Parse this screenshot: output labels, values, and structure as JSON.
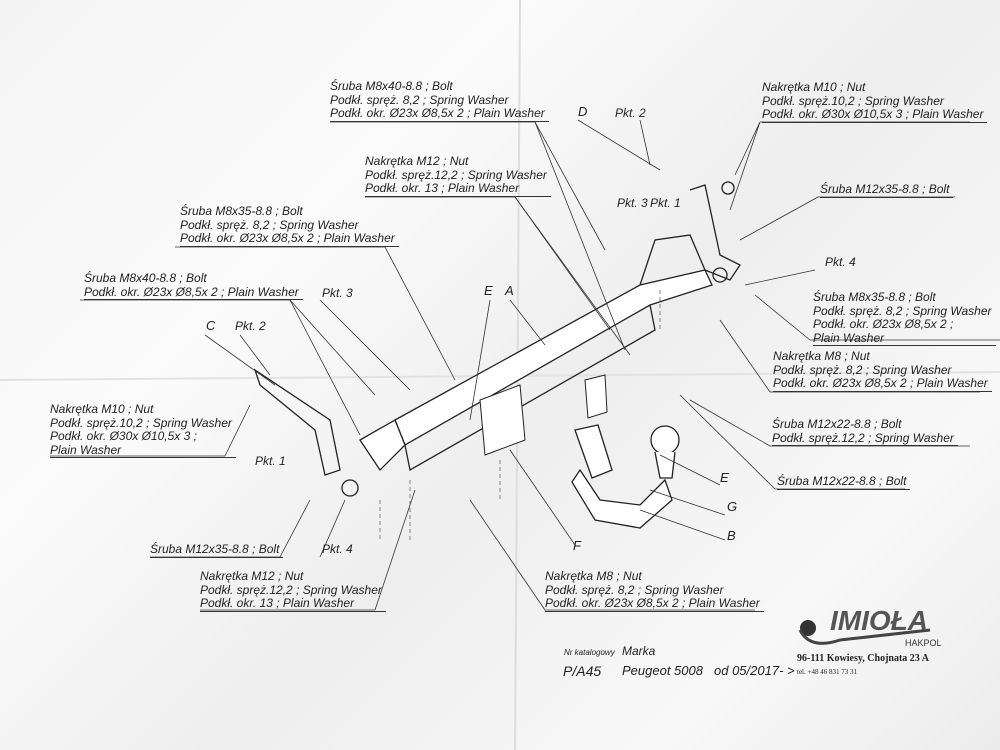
{
  "labels": {
    "top_bolt": [
      "Śruba M8x40-8.8 ; Bolt",
      "Podkł. spręż. 8,2 ; Spring Washer",
      "Podkł. okr. Ø23x Ø8,5x 2 ; Plain Washer"
    ],
    "right_nut_m10": [
      "Nakrętka  M10 ; Nut",
      "Podkł. spręż.10,2 ; Spring Washer",
      "Podkł. okr.  Ø30x Ø10,5x 3 ; Plain Washer"
    ],
    "right_bolt_m12x35": [
      "Śruba M12x35-8.8 ;  Bolt"
    ],
    "center_nut_m12": [
      "Nakrętka M12 ; Nut",
      "Podkł. spręż.12,2 ; Spring Washer",
      "Podkł. okr. 13 ; Plain Washer"
    ],
    "left_bolt_m8x35": [
      "Śruba M8x35-8.8 ;  Bolt",
      "Podkł. spręż. 8,2 ; Spring Washer",
      "Podkł. okr. Ø23x Ø8,5x 2 ; Plain Washer"
    ],
    "left_bolt_m8x40": [
      "Śruba M8x40-8.8 ;  Bolt",
      "Podkł. okr.  Ø23x Ø8,5x 2 ; Plain Washer"
    ],
    "right_bolt_m8x35": [
      "Śruba M8x35-8.8 ;  Bolt",
      "Podkł. spręż. 8,2 ; Spring Washer",
      "Podkł. okr.  Ø23x Ø8,5x 2 ;",
      "Plain Washer"
    ],
    "right_nut_m8": [
      "Nakrętka  M8 ; Nut",
      "Podkł. spręż. 8,2 ; Spring Washer",
      "Podkł. okr.  Ø23x Ø8,5x 2 ; Plain Washer"
    ],
    "right_bolt_m12x22_sw": [
      "Śruba M12x22-8.8 ;  Bolt",
      "Podkł. spręż.12,2 ; Spring Washer"
    ],
    "right_bolt_m12x22": [
      "Śruba M12x22-8.8 ;  Bolt"
    ],
    "left_nut_m10": [
      "Nakrętka  M10 ; Nut",
      "Podkł. spręż.10,2 ; Spring Washer",
      "Podkł. okr.  Ø30x Ø10,5x 3 ;",
      "Plain Washer"
    ],
    "left_bolt_m12x35": [
      "Śruba M12x35-8.8 ;  Bolt"
    ],
    "bottom_nut_m12": [
      "Nakrętka  M12 ; Nut",
      "Podkł. spręż.12,2 ; Spring Washer",
      "Podkł. okr. 13 ; Plain Washer"
    ],
    "bottom_nut_m8": [
      "Nakrętka  M8 ; Nut",
      "Podkł. spręż. 8,2 ; Spring Washer",
      "Podkł. okr.  Ø23x Ø8,5x 2 ; Plain Washer"
    ]
  },
  "points": {
    "pkt3_left": "Pkt. 3",
    "pkt2_left": "Pkt. 2",
    "pkt1_left": "Pkt. 1",
    "pkt4_left": "Pkt. 4",
    "pkt2_right": "Pkt. 2",
    "pkt3_right": "Pkt. 3",
    "pkt1_right": "Pkt. 1",
    "pkt4_right": "Pkt. 4"
  },
  "letters": {
    "A": "A",
    "B": "B",
    "C": "C",
    "D": "D",
    "E_top": "E",
    "E_right": "E",
    "F": "F",
    "G": "G"
  },
  "footer": {
    "catalog_label": "Nr katalogowy",
    "catalog_value": "P/A45",
    "brand_label": "Marka",
    "brand_value": "Peugeot 5008",
    "date": "od 05/2017- >",
    "address": "96-111 Kowiesy, Chojnata 23 A",
    "phone": "tel. +48 46 831 73 31"
  },
  "logo": {
    "name": "IMIOŁA",
    "sub": "HAKPOL"
  }
}
